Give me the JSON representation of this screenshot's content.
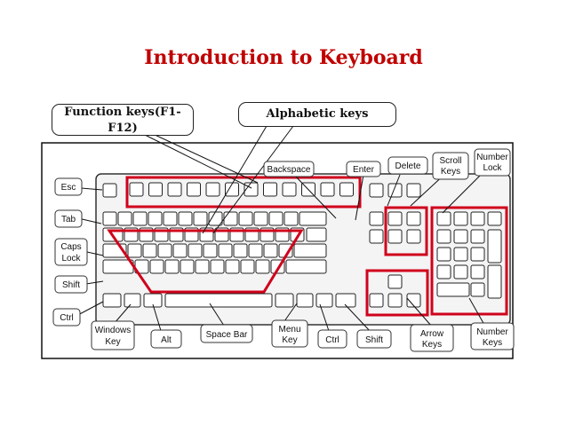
{
  "title": "Introduction to Keyboard",
  "callouts": {
    "function_keys": "Function keys(F1-F12)",
    "alphabetic_keys": "Alphabetic keys"
  },
  "labels": {
    "esc": "Esc",
    "tab": "Tab",
    "caps_lock": "Caps Lock",
    "shift_left": "Shift",
    "ctrl_left": "Ctrl",
    "windows_key": "Windows Key",
    "alt": "Alt",
    "space_bar": "Space Bar",
    "menu_key": "Menu Key",
    "ctrl_right": "Ctrl",
    "shift_right": "Shift",
    "arrow_keys": "Arrow Keys",
    "number_keys": "Number Keys",
    "backspace": "Backspace",
    "enter": "Enter",
    "delete": "Delete",
    "scroll_keys": "Scroll Keys",
    "number_lock": "Number Lock"
  },
  "colors": {
    "title": "#c00000",
    "highlight": "#d0021b",
    "outline": "#222222"
  }
}
